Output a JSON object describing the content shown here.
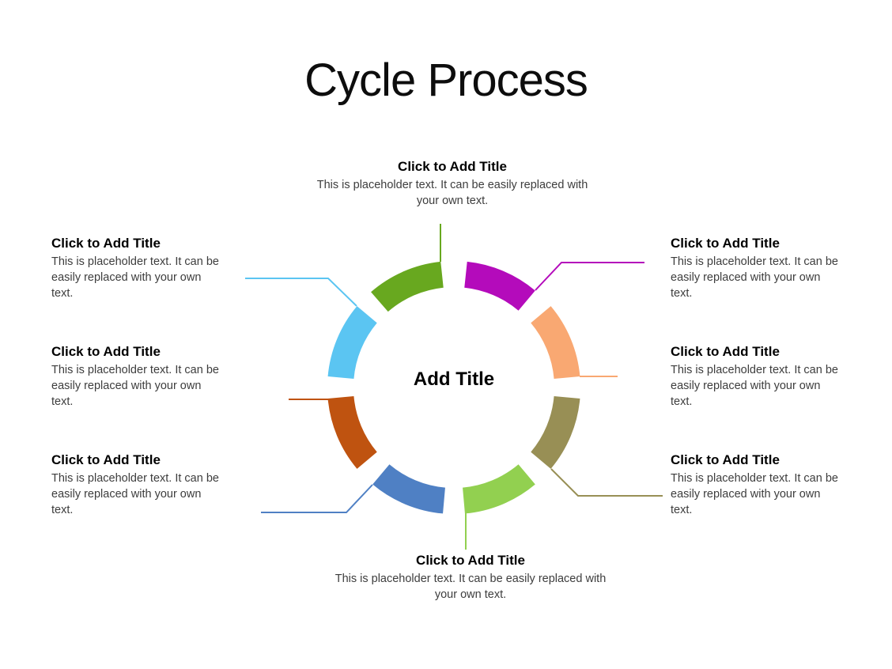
{
  "slide": {
    "title": "Cycle Process"
  },
  "diagram": {
    "center_label": "Add Title",
    "segments": [
      {
        "position": "top",
        "color": "#68A81F",
        "title": "Click to Add Title",
        "body": "This is placeholder  text. It can be easily replaced with your own text."
      },
      {
        "position": "top-right",
        "color": "#B40BBB",
        "title": "Click to Add Title",
        "body": "This is placeholder  text. It can be easily replaced with your own text."
      },
      {
        "position": "right-upper",
        "color": "#F9A872",
        "title": "Click to Add Title",
        "body": "This is placeholder  text. It can be easily replaced with your own text."
      },
      {
        "position": "right-lower",
        "color": "#988F55",
        "title": "Click to Add Title",
        "body": "This is placeholder  text. It can be easily replaced with your own text."
      },
      {
        "position": "bottom",
        "color": "#92D050",
        "title": "Click to Add Title",
        "body": "This is placeholder  text. It can be easily replaced with your own text."
      },
      {
        "position": "bottom-left",
        "color": "#4F80C4",
        "title": "Click to Add Title",
        "body": "This is placeholder  text. It can be easily replaced with your own text."
      },
      {
        "position": "left-lower",
        "color": "#BF5310",
        "title": "Click to Add Title",
        "body": "This is placeholder  text. It can be easily replaced with your own text."
      },
      {
        "position": "left-upper",
        "color": "#5BC5F2",
        "title": "Click to Add Title",
        "body": "This is placeholder  text. It can be easily replaced with your own text."
      }
    ]
  }
}
